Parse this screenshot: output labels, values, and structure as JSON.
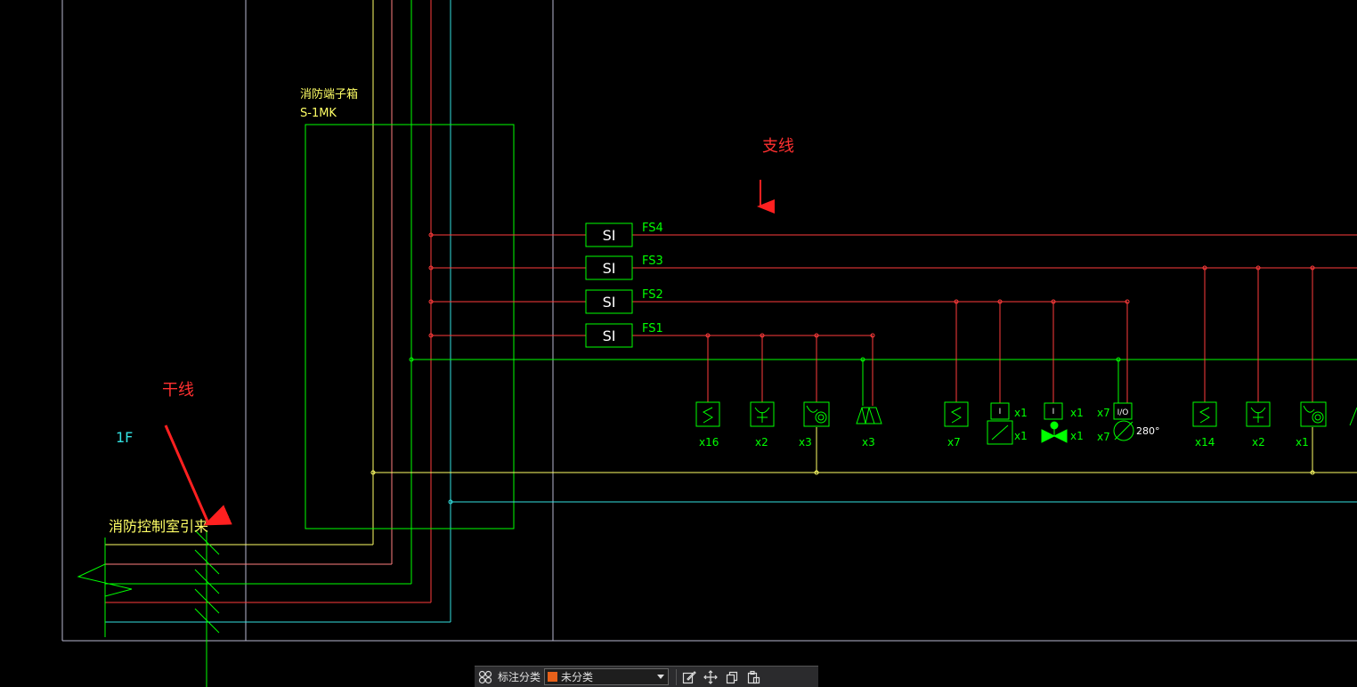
{
  "drawing": {
    "cabinet_label": "消防端子箱",
    "cabinet_code": "S-1MK",
    "floor_label": "1F",
    "source_label": "消防控制室引来",
    "annotation_branch": "支线",
    "annotation_trunk": "干线",
    "module_label": "SI",
    "branches": [
      "FS4",
      "FS3",
      "FS2",
      "FS1"
    ],
    "device_counts": {
      "fs1_dev1": "x16",
      "fs1_dev2": "x2",
      "fs1_dev3": "x3",
      "fs1_dev4": "x3",
      "fs2_dev1": "x7",
      "fs2_dev2_top": "x1",
      "fs2_dev2_bot": "x1",
      "fs2_dev3_top": "x1",
      "fs2_dev3_bot": "x1",
      "fs2_dev4_top": "x7",
      "fs2_dev4_bot": "x7",
      "fs3_dev1": "x14",
      "fs3_dev2": "x2",
      "fs3_dev3": "x1"
    },
    "io_module_label": "I/O",
    "input_module_label": "I",
    "damper_temp": "280°"
  },
  "toolbar": {
    "category_label": "标注分类",
    "category_value": "未分类"
  },
  "colors": {
    "red": "#ff3b3b",
    "green": "#00ff00",
    "yellow": "#ffff66",
    "pink": "#ff8080",
    "cyan": "#33e0e0",
    "grey": "#b8b8d0",
    "annotation": "#ff3030",
    "swatch": "#e8611a"
  }
}
